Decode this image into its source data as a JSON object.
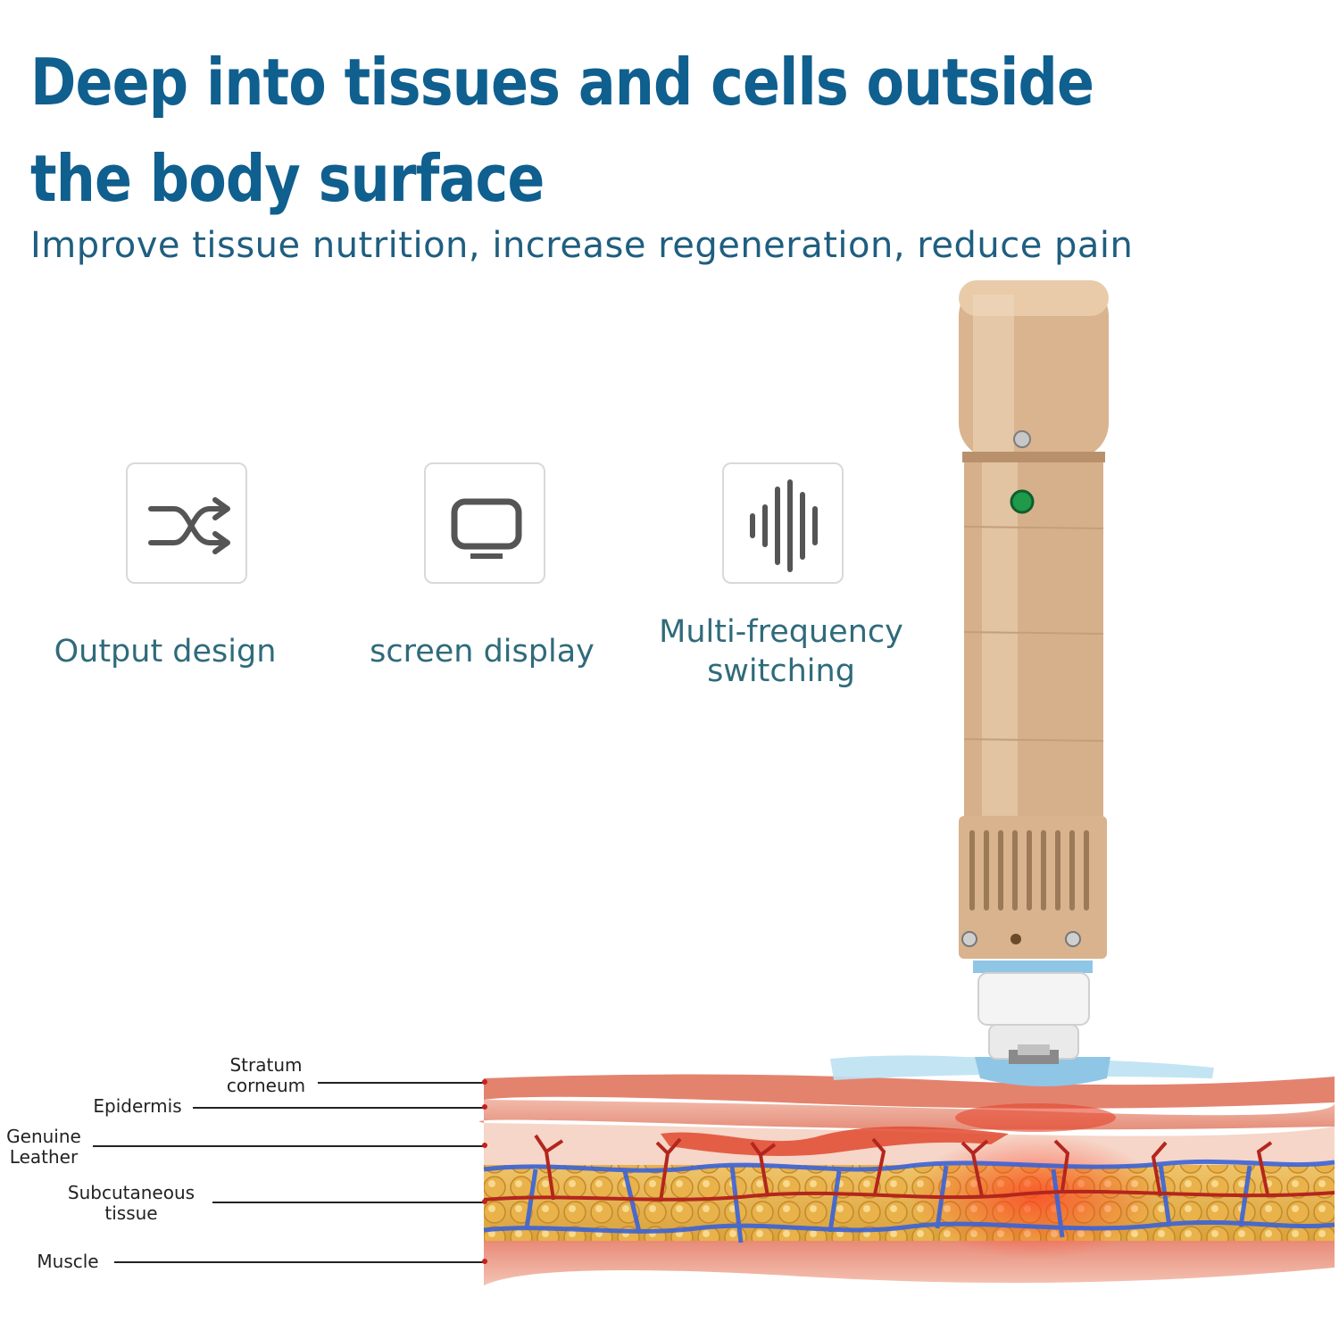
{
  "header": {
    "title": "Deep into tissues and cells outside the body surface",
    "subtitle": "Improve tissue nutrition, increase regeneration, reduce pain"
  },
  "features": [
    {
      "icon": "shuffle-icon",
      "label": "Output design"
    },
    {
      "icon": "monitor-icon",
      "label": "screen display"
    },
    {
      "icon": "sound-wave-icon",
      "label": "Multi-frequency switching"
    }
  ],
  "skin_diagram": {
    "layers": [
      {
        "label": "Stratum corneum"
      },
      {
        "label": "Epidermis"
      },
      {
        "label": "Genuine Leather"
      },
      {
        "label": "Subcutaneous tissue"
      },
      {
        "label": "Muscle"
      }
    ]
  },
  "colors": {
    "headline": "#0f5f8f",
    "device_body": "#d9b48f",
    "indicator_light": "#1f9a4a",
    "vein_blue": "#3a63d8",
    "artery_red": "#b3261e"
  }
}
